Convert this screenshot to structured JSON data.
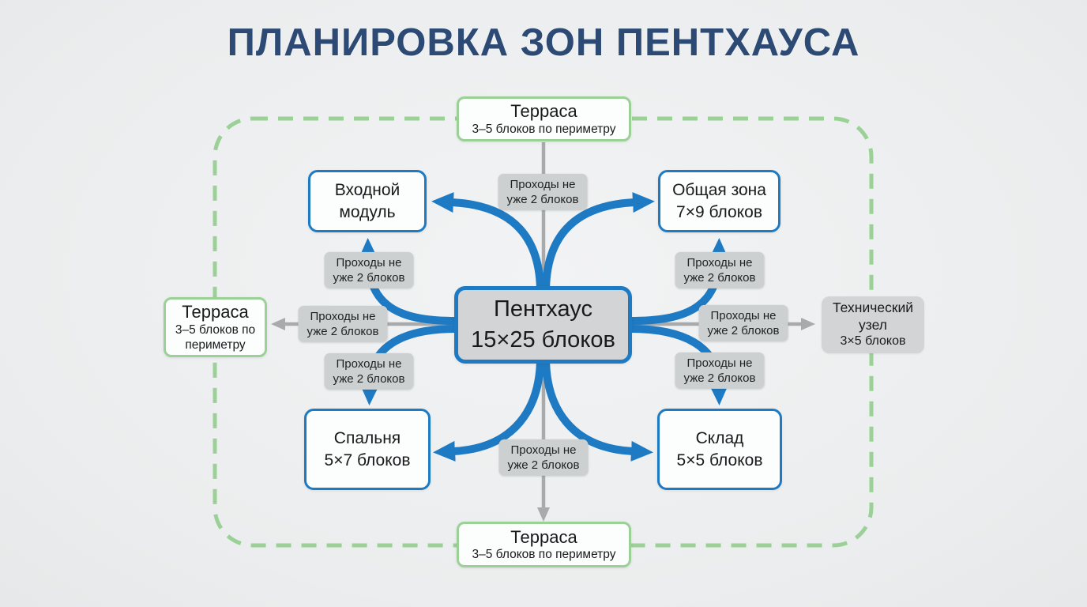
{
  "title": "ПЛАНИРОВКА ЗОН ПЕНТХАУСА",
  "colors": {
    "background": "#eceeef",
    "title_text": "#2c4a74",
    "accent_blue": "#1e7ac2",
    "accent_green": "#9bd096",
    "node_gray": "#d2d4d6",
    "label_gray": "#cdd0d1",
    "arrow_gray": "#a8aaac",
    "text": "#191a1c"
  },
  "center_node": {
    "name": "Пентхаус",
    "size": "15×25 блоков"
  },
  "zones": {
    "entry": {
      "name": "Входной модуль"
    },
    "common": {
      "name": "Общая зона",
      "size": "7×9 блоков"
    },
    "bedroom": {
      "name": "Спальня",
      "size": "5×7 блоков"
    },
    "storage": {
      "name": "Склад",
      "size": "5×5 блоков"
    },
    "tech": {
      "name": "Технический узел",
      "size": "3×5 блоков"
    }
  },
  "terraces": {
    "top": {
      "name": "Терраса",
      "size": "3–5 блоков по периметру"
    },
    "left": {
      "name": "Терраса",
      "size": "3–5 блоков по периметру"
    },
    "bottom": {
      "name": "Терраса",
      "size": "3–5 блоков по периметру"
    }
  },
  "corridor_note": {
    "line1": "Проходы не",
    "line2": "уже 2 блоков"
  }
}
